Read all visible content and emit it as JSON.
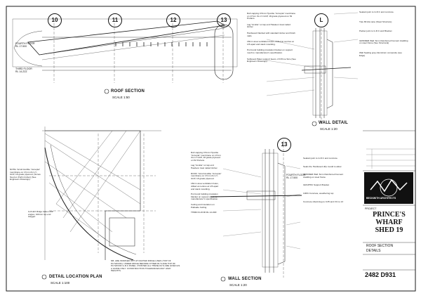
{
  "gridlines": {
    "roof": [
      "10",
      "11",
      "12",
      "13"
    ],
    "wall": "L",
    "wall_section": "13"
  },
  "roof_section": {
    "title": "ROOF SECTION",
    "scale": "SCALE   1:50",
    "levels": [
      {
        "label": "FOURTH FLOOR",
        "value": "RL  17.500"
      },
      {
        "label": "THIRD FLOOR",
        "value": "RL  14.ZZZ"
      }
    ]
  },
  "wall_detail": {
    "title": "WALL DETAIL",
    "scale": "SCALE   1:20",
    "notes_left": [
      "Roll capping 0.5mm Hycolite \"Accepta\" membrane on 17mm rbx LY-GCP, 18 grade plywood on 52 Purlans.",
      "Lag \"Acolite\" on lap end Hawleon treat nailed timber.",
      "Hardwood Flashed with standard timber and finish nails.",
      "18mm area ventilation holes, drilled at centres at 1/5 apart and stack moulding.",
      "Pot found building insulation blanket on support mesh to manufacturer's specification.",
      "Softwood Palan support beam, L5 Prime Size (See Engineers Drawings)"
    ],
    "notes_right": [
      "Sealant joint to G.R.C and concrete.",
      "Tpie 80 Ala vane (Steel Structure)",
      "Packer joint to G.R.C and Bracket",
      "GRIDDER Wall: 6mm Reinforced Cement cladding on steel frame (See Structural)",
      "Wall Sealing grey Aluminium composite (see Edge)"
    ]
  },
  "detail_location_plan": {
    "title": "DETAIL LOCATION PLAN",
    "scale": "SCALE   1:100",
    "notes": [
      "NOTE: Scroll Acoflite \"Accepta\" membrane on 17mm rbx LY-GCP, 18 grade plywood, (Screw fixed on Purlin timber) (See Engineers Drawings).",
      "G-FLEX Ridge batten 20P angles, 100mm top end stagger."
    ],
    "footnote": "NB. ARE WORKED OUT AT RAFTER RIDGE LINES (TOP OF PLYWOOD). UNDER RIDGE BEFORE OTHER RL'S ARE TOP OF PLYWOOD G.R.C PANEL. POINTED ALL THESE RL'S ARE GIVEN AS A GUIDE ONLY. CONSTRUCTION TOLERANCES MAY VARY HEIGHTS."
  },
  "wall_section": {
    "title": "WALL SECTION",
    "scale": "SCALE   1:20",
    "levels": [
      {
        "label": "FOURTH FLOOR",
        "value": "RL  17.500"
      },
      {
        "label": "THIRD FLOOR",
        "value": "RL  14.ZZZ"
      }
    ],
    "notes_left": [
      "Roll capping 0.5mm Hycolite \"Accepta\" membrane on 17mm rbx LY-GCP, 18 grade plywood on 52 Purlans.",
      "Lag \"Acolite\" on lap end Hawleon treat nailed timber.",
      "ROOF: Scroll Acoflite \"Accepta\" membrane on 17mm rbx LY-GCP, 18 grade plywood.",
      "18mm area ventilation holes, drilled at centres at 1/5 apart and stack moulding.",
      "Pot found building insulation blanket on support mesh to manufacturer's specification.",
      "Ceiling and insulation on Palisade Ceiling.",
      "THIRD FLOOR RL 14.ZZZ"
    ],
    "notes_right": [
      "Sealant joint to G.R.C and concrete.",
      "Seals the Hardwood drip mould to allow",
      "GRIDDER Wall: 6mm Reinforced Cement cladding on steel frame",
      "GRAPHIC Support Bracket",
      "100% Concrete, weathering top",
      "Concrete shield deg to 0.35 and 1% to 13"
    ]
  },
  "title_block": {
    "project_label": "PROJECT",
    "project_name_1": "PRINCE'S",
    "project_name_2": "WHARF",
    "project_name_3": "SHED 19",
    "drawing_title_1": "ROOF SECTION",
    "drawing_title_2": "DETAILS",
    "drawing_number": "2482 D931",
    "logo_text": "BECKWITH ARCHITECTS"
  },
  "colors": {
    "ink": "#1a1a1a",
    "paper": "#ffffff"
  }
}
